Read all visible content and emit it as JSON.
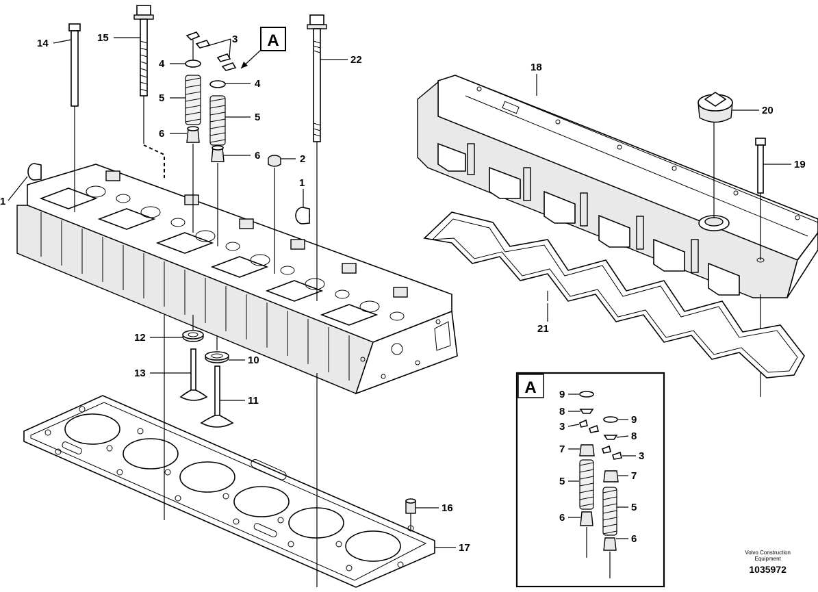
{
  "diagram": {
    "detail_marker": "A",
    "callouts": {
      "c1a": "1",
      "c1b": "1",
      "c2": "2",
      "c3": "3",
      "c4a": "4",
      "c4b": "4",
      "c5a": "5",
      "c5b": "5",
      "c6a": "6",
      "c6b": "6",
      "c10": "10",
      "c11": "11",
      "c12": "12",
      "c13": "13",
      "c14": "14",
      "c15": "15",
      "c16": "16",
      "c17": "17",
      "c18": "18",
      "c19": "19",
      "c20": "20",
      "c21": "21",
      "c22": "22"
    },
    "inset": {
      "marker": "A",
      "callouts": {
        "i9a": "9",
        "i9b": "9",
        "i8a": "8",
        "i8b": "8",
        "i3a": "3",
        "i3b": "3",
        "i7a": "7",
        "i7b": "7",
        "i5a": "5",
        "i5b": "5",
        "i6a": "6",
        "i6b": "6"
      }
    }
  },
  "credit": {
    "org_line1": "Volvo Construction",
    "org_line2": "Equipment",
    "drawing_number": "1035972"
  }
}
